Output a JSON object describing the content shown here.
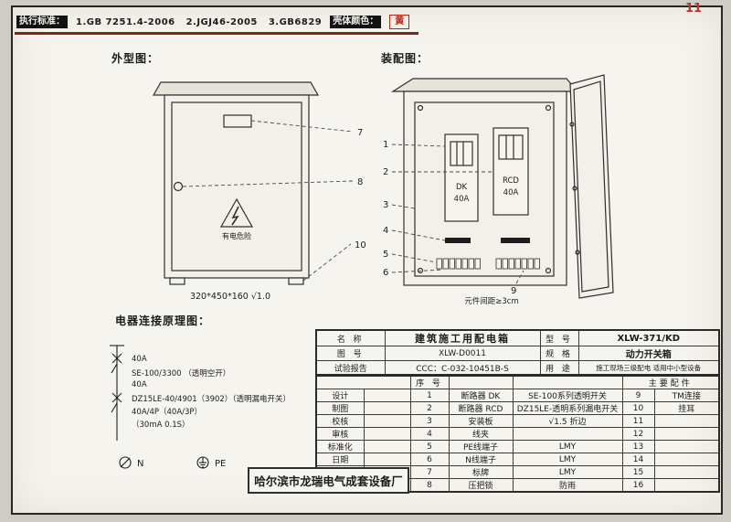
{
  "page_number": "11",
  "colors": {
    "accent_red": "#b03a2e"
  },
  "header": {
    "standards_label": "执行标准：",
    "standards": "1.GB 7251.4-2006   2.JGJ46-2005   3.GB6829",
    "shell_color_label": "壳体颜色：",
    "shell_color_value": "黄"
  },
  "outline_figure": {
    "title": "外型图：",
    "warning_text": "有电危险",
    "dimensions": "320*450*160 √1.0",
    "callouts": {
      "nameplate": "7",
      "lock": "8",
      "foot": "10"
    }
  },
  "assembly_figure": {
    "title": "装配图：",
    "breaker_dk": {
      "name": "DK",
      "rating": "40A"
    },
    "breaker_rcd": {
      "name": "RCD",
      "rating": "40A"
    },
    "spacing_note": "元件间距≥3cm",
    "callouts": {
      "c1": "1",
      "c2": "2",
      "c3": "3",
      "c4": "4",
      "c5": "5",
      "c6": "6",
      "c9": "9"
    }
  },
  "schematic": {
    "title": "电器连接原理图：",
    "lines": [
      "40A",
      "SE-100/3300 （透明空开）",
      "40A",
      "DZ15LE-40/4901（3902）（透明漏电开关）",
      "40A/4P（40A/3P）",
      "（30mA 0.1S）"
    ],
    "n_label": "N",
    "pe_label": "PE"
  },
  "title_block": {
    "name_label": "名 称",
    "name_value": "建筑施工用配电箱",
    "model_label": "型 号",
    "model_value": "XLW-371/KD",
    "drawing_no_label": "图 号",
    "drawing_no_value": "XLW-D0011",
    "spec_label": "规 格",
    "spec_value": "动力开关箱",
    "report_label": "试验报告",
    "report_value": "CCC：C-032-10451B-S",
    "use_label": "用 途",
    "use_value": "施工现场三级配电 适用中小型设备",
    "index_header": "序 号",
    "parts_header": "主要配件",
    "left_labels": [
      "设计",
      "制图",
      "校核",
      "审核",
      "标准化",
      "日期"
    ],
    "rows": [
      {
        "no": "1",
        "name": "断路器 DK",
        "spec": "SE-100系列透明开关",
        "no2": "9",
        "note": "TM连接"
      },
      {
        "no": "2",
        "name": "断路器 RCD",
        "spec": "DZ15LE-透明系列漏电开关",
        "no2": "10",
        "note": "挂耳"
      },
      {
        "no": "3",
        "name": "安装板",
        "spec": "√1.5 折边",
        "no2": "11",
        "note": ""
      },
      {
        "no": "4",
        "name": "线夹",
        "spec": "",
        "no2": "12",
        "note": ""
      },
      {
        "no": "5",
        "name": "PE线端子",
        "spec": "LMY",
        "no2": "13",
        "note": ""
      },
      {
        "no": "6",
        "name": "N线端子",
        "spec": "LMY",
        "no2": "14",
        "note": ""
      },
      {
        "no": "7",
        "name": "标牌",
        "spec": "LMY",
        "no2": "15",
        "note": ""
      },
      {
        "no": "8",
        "name": "压把锁",
        "spec": "防雨",
        "no2": "16",
        "note": ""
      }
    ]
  },
  "factory_name": "哈尔滨市龙瑞电气成套设备厂"
}
